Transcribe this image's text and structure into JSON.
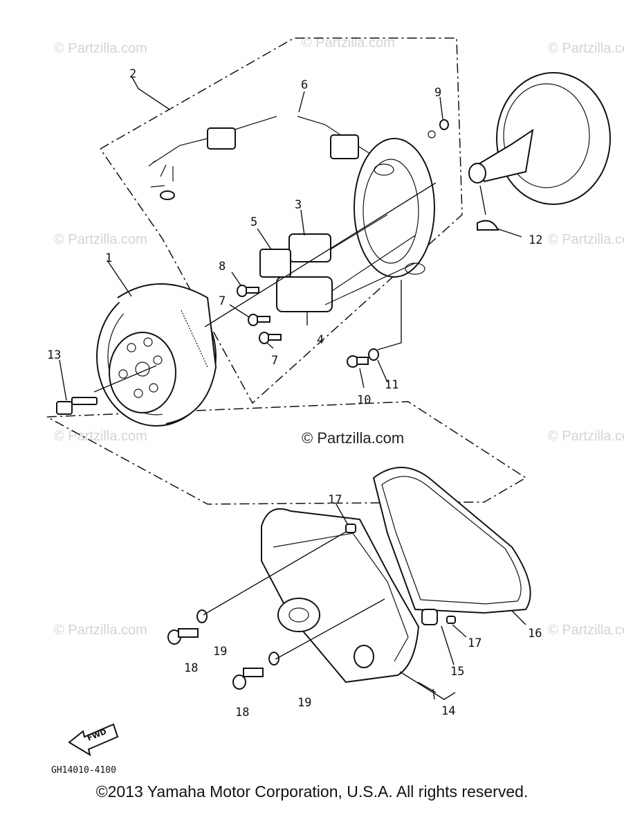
{
  "watermarks": {
    "text": "© Partzilla.com",
    "center_text": "© Partzilla.com"
  },
  "callouts": {
    "p1": "1",
    "p2": "2",
    "p3": "3",
    "p4": "4",
    "p5": "5",
    "p6": "6",
    "p7a": "7",
    "p7b": "7",
    "p8": "8",
    "p9": "9",
    "p10": "10",
    "p11": "11",
    "p12": "12",
    "p13": "13",
    "p14": "14",
    "p15": "15",
    "p16": "16",
    "p17a": "17",
    "p17b": "17",
    "p18a": "18",
    "p18b": "18",
    "p19a": "19",
    "p19b": "19"
  },
  "fwd_label": "FWD",
  "drawing_code": "GH14010-4100",
  "copyright": "©2013  Yamaha Motor Corporation, U.S.A. All rights reserved."
}
